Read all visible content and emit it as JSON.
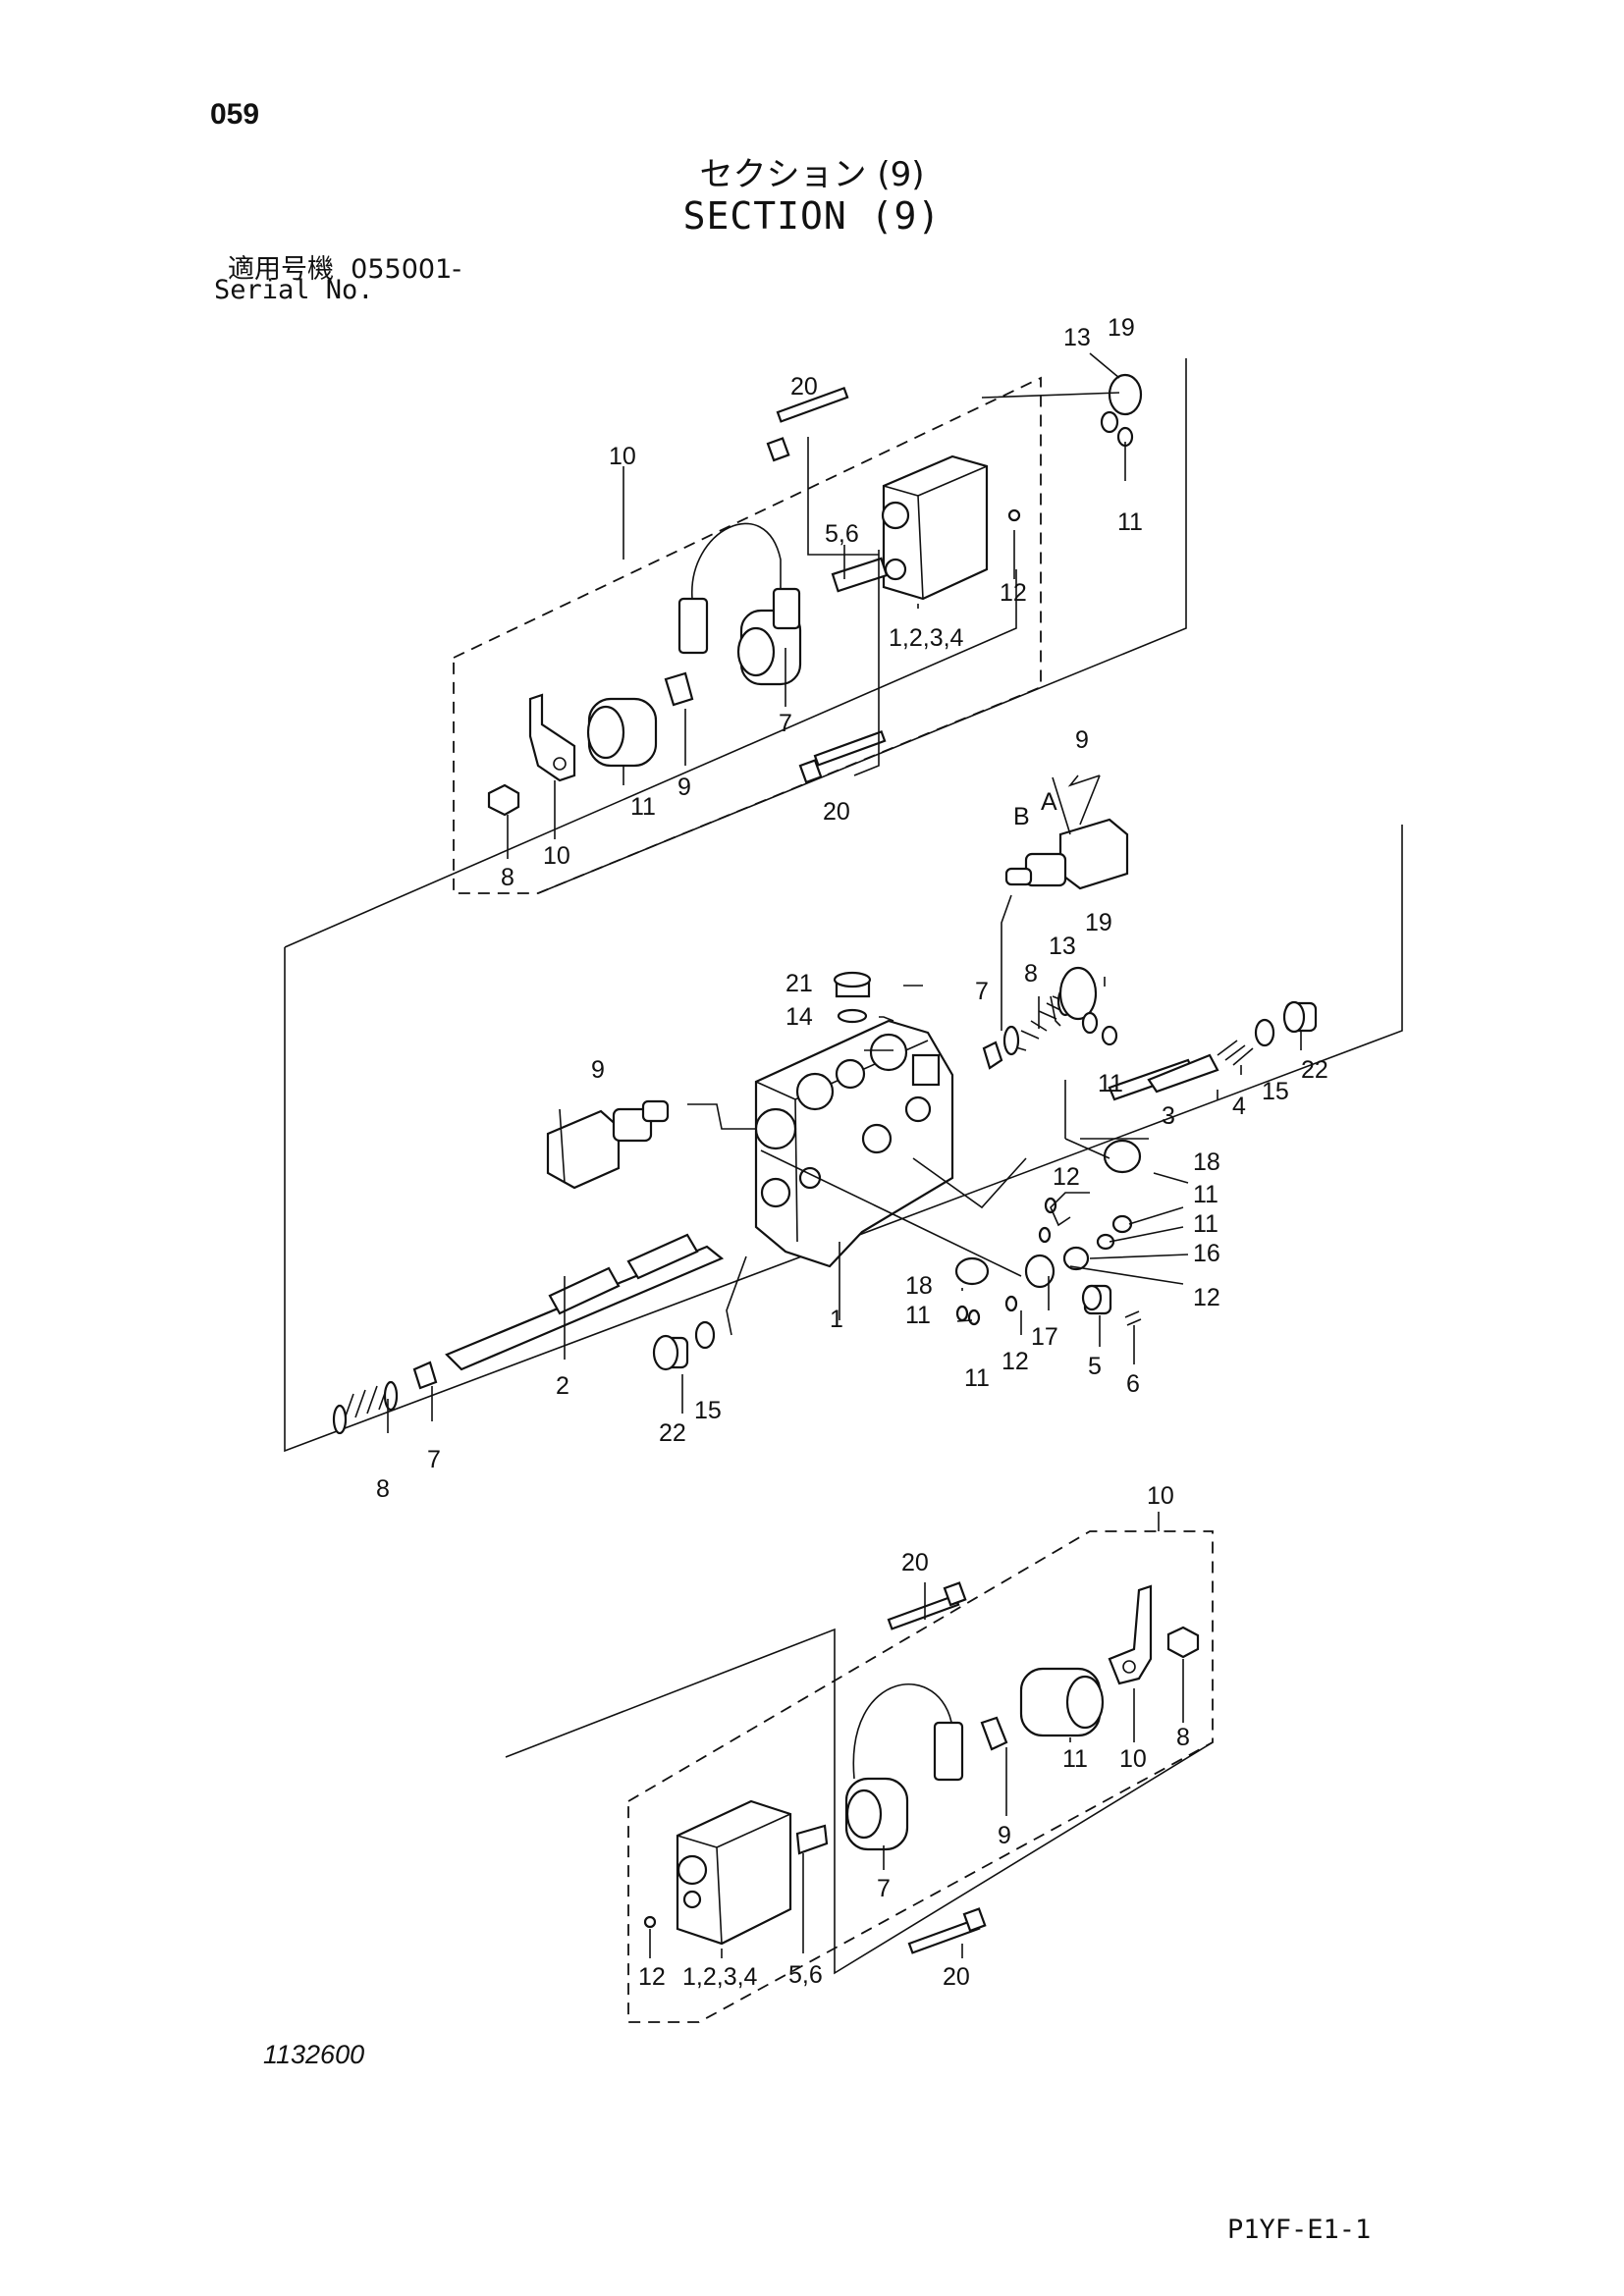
{
  "header": {
    "page_number": "059",
    "title_jp": "セクション (9)",
    "title_en": "SECTION (9)",
    "serial_label_jp": "適用号機",
    "serial_value": "055001-",
    "serial_label_en": "Serial No."
  },
  "footer": {
    "drawing_number": "1132600",
    "doc_code": "P1YF-E1-1"
  },
  "callouts": {
    "top": {
      "c10": "10",
      "c20a": "20",
      "c13": "13",
      "c19": "19",
      "c11a": "11",
      "c56": "5,6",
      "c12": "12",
      "c1234": "1,2,3,4",
      "c7": "7",
      "c9": "9",
      "c11b": "11",
      "c10b": "10",
      "c8": "8",
      "c20b": "20"
    },
    "middle": {
      "c9r": "9",
      "cB": "B",
      "cA": "A",
      "c21": "21",
      "c14": "14",
      "c7r": "7",
      "c8r": "8",
      "c13": "13",
      "c19": "19",
      "c11a": "11",
      "c22r": "22",
      "c15r": "15",
      "c4": "4",
      "c3": "3",
      "c9l": "9",
      "c12a": "12",
      "c18a": "18",
      "c11b": "11",
      "c11c": "11",
      "c16": "16",
      "c12b": "12",
      "c18b": "18",
      "c11d": "11",
      "c1": "1",
      "c12c": "12",
      "c17": "17",
      "c5": "5",
      "c6": "6",
      "c11e": "11",
      "c2": "2",
      "c15l": "15",
      "c22l": "22",
      "c8l": "8",
      "c7l": "7"
    },
    "bottom": {
      "c10": "10",
      "c20a": "20",
      "c8": "8",
      "c10b": "10",
      "c11": "11",
      "c9": "9",
      "c7": "7",
      "c56": "5,6",
      "c12": "12",
      "c1234": "1,2,3,4",
      "c20b": "20"
    }
  }
}
